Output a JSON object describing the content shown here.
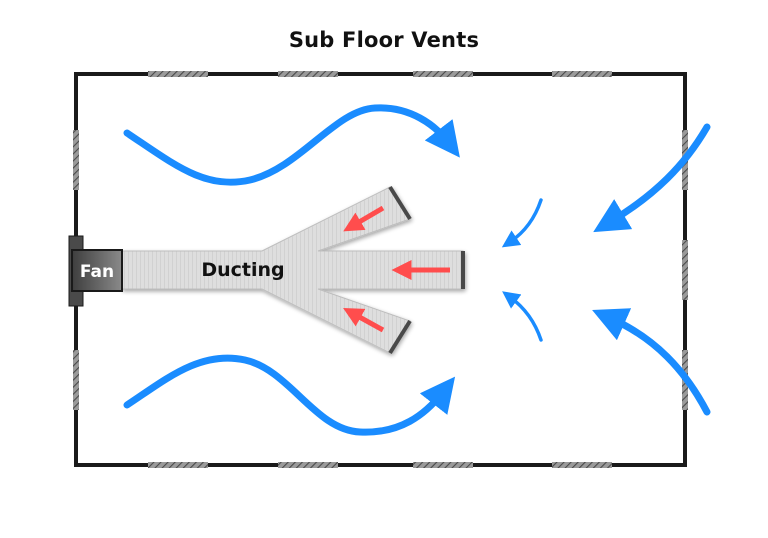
{
  "title": "Sub Floor Vents",
  "labels": {
    "fan": "Fan",
    "ducting": "Ducting"
  },
  "colors": {
    "airflow": "#1a8cff",
    "suction": "#ff4d4d",
    "wall": "#1a1a1a",
    "vent": "#8a8a8a",
    "duct_fill": "#dcdcdc",
    "fan_fill": "#555555"
  }
}
